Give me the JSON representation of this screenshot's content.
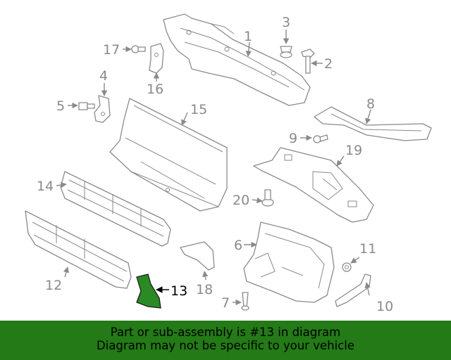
{
  "diagram": {
    "highlight_color": "#2b8a24",
    "callouts": {
      "c1": "1",
      "c2": "2",
      "c3": "3",
      "c4": "4",
      "c5": "5",
      "c6": "6",
      "c7": "7",
      "c8": "8",
      "c9": "9",
      "c10": "10",
      "c11": "11",
      "c12": "12",
      "c13": "13",
      "c14": "14",
      "c15": "15",
      "c16": "16",
      "c17": "17",
      "c18": "18",
      "c19": "19",
      "c20": "20"
    }
  },
  "banner": {
    "line1": "Part or sub-assembly is #13 in diagram",
    "line2": "Diagram may not be specific to your vehicle",
    "background": "#237a16"
  }
}
